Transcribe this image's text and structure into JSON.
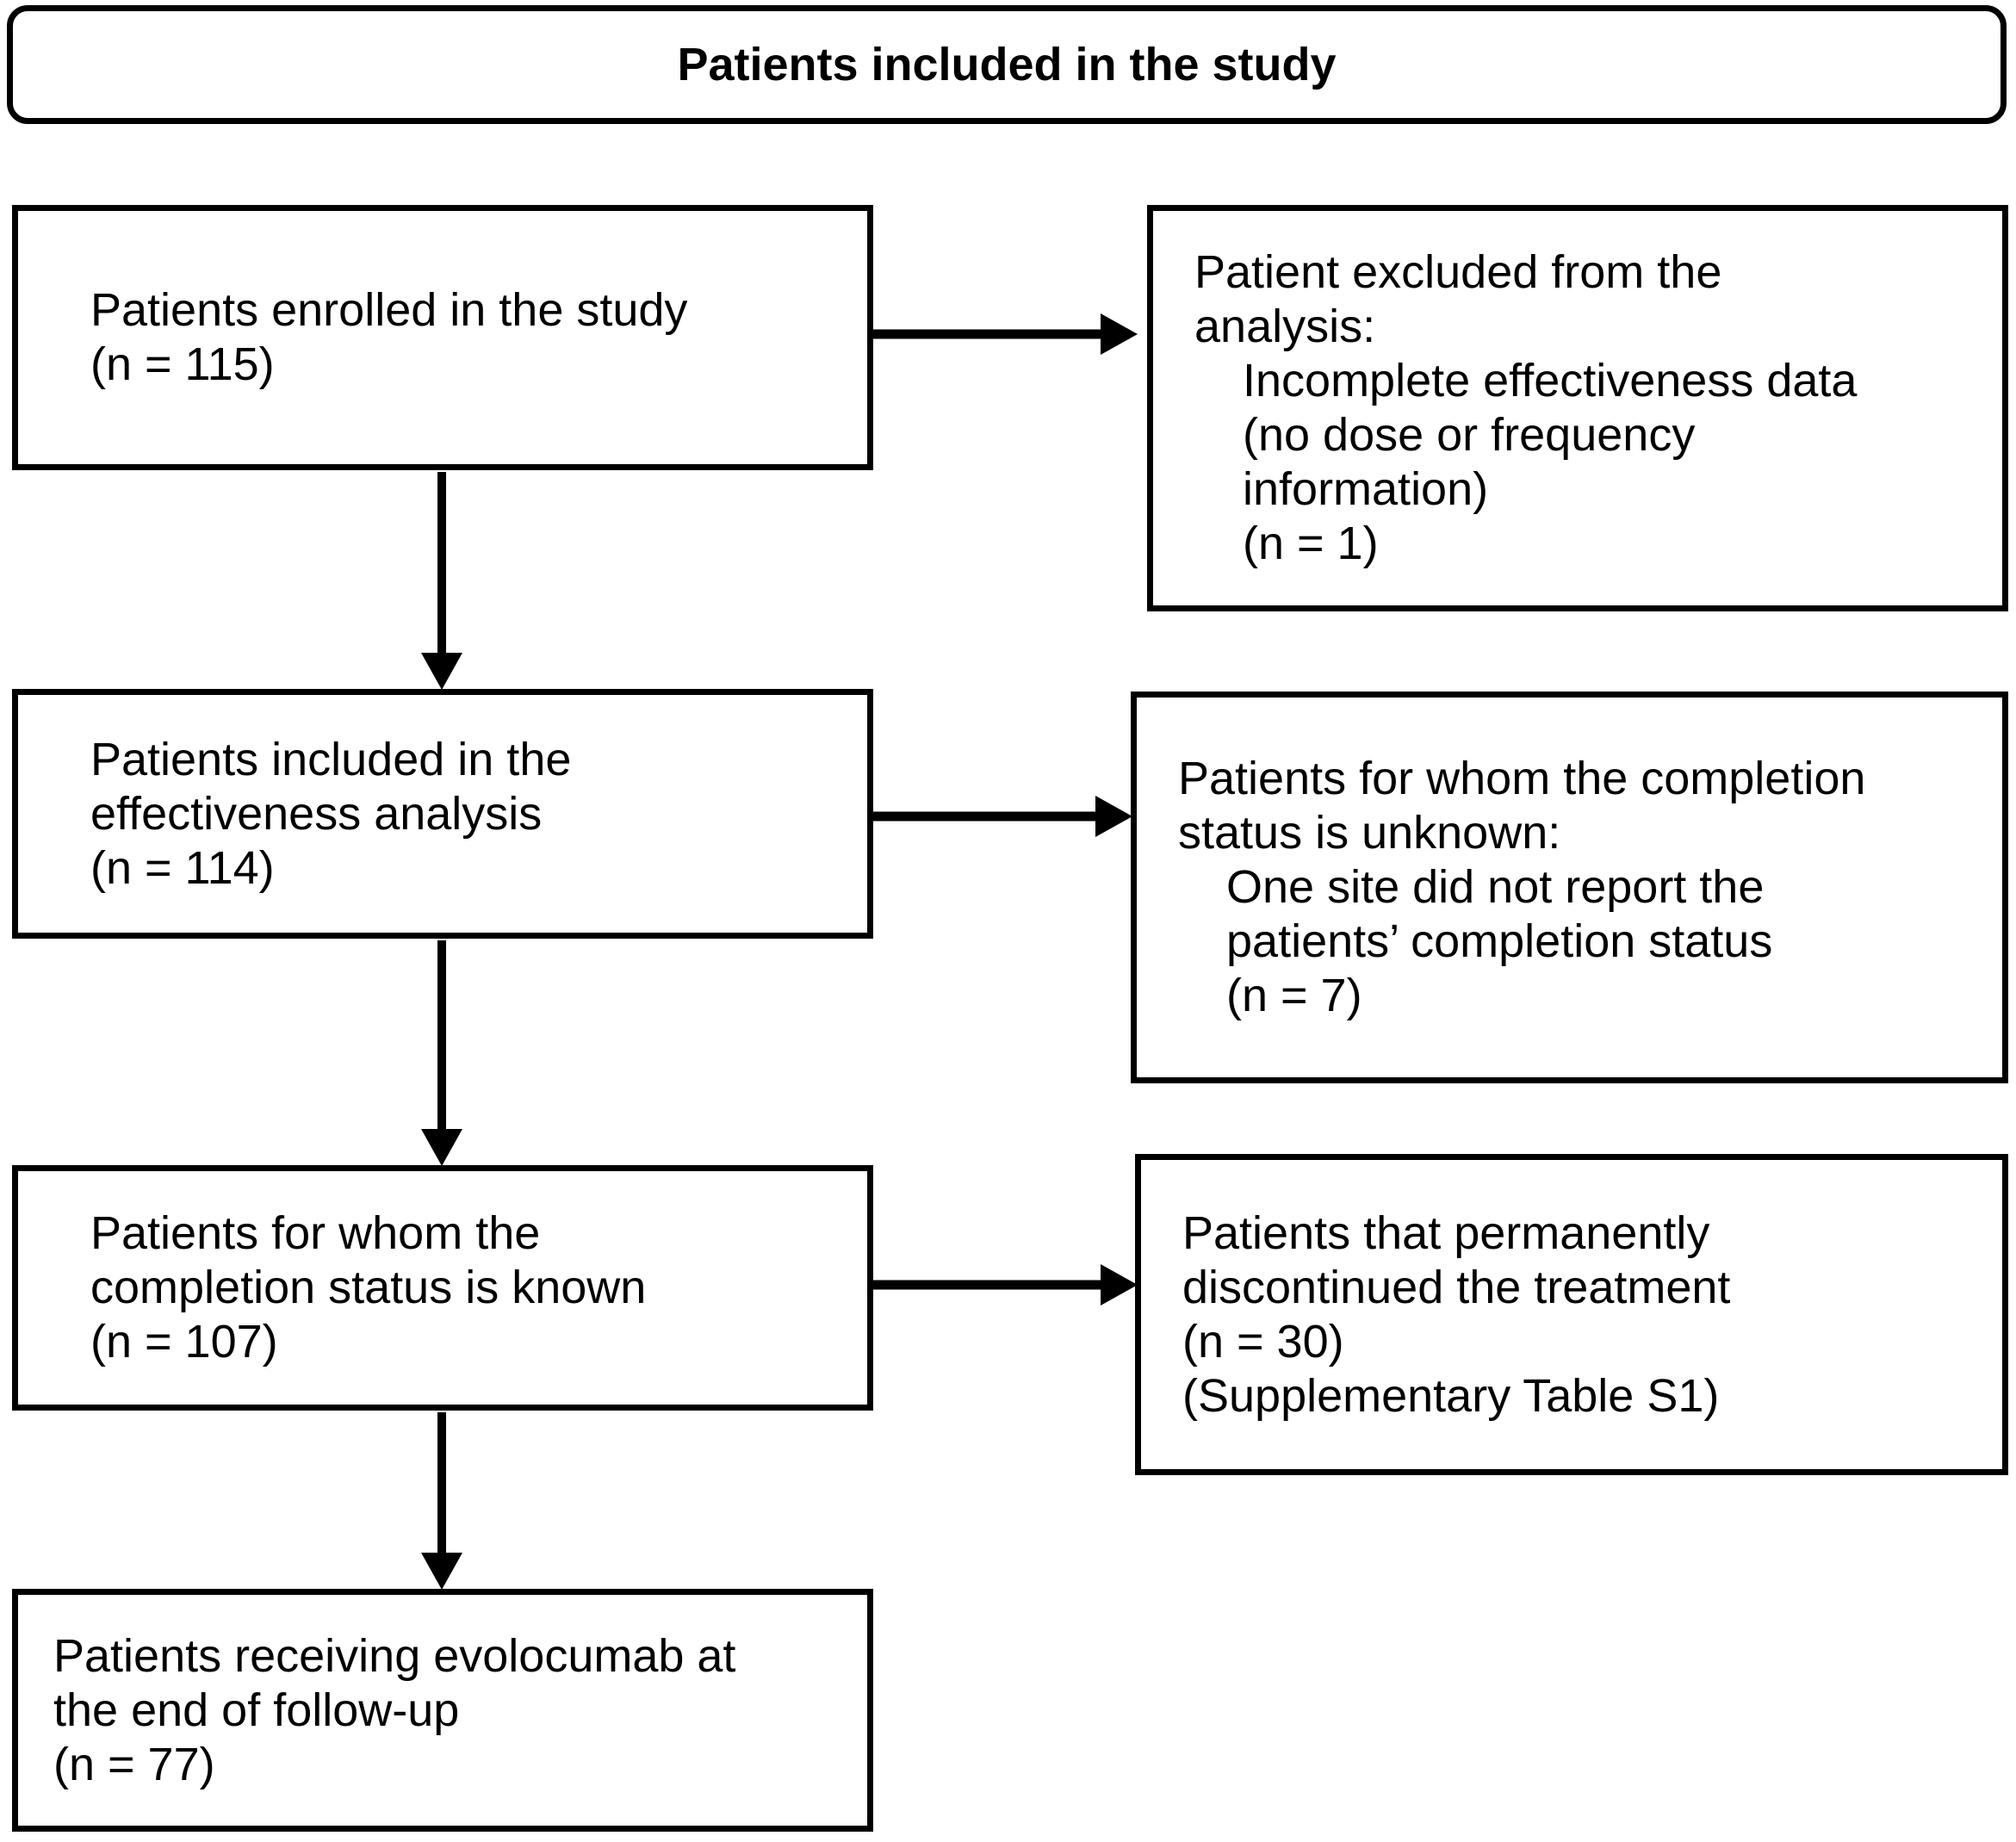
{
  "colors": {
    "background": "#ffffff",
    "box_border": "#000000",
    "text": "#000000",
    "arrow": "#000000"
  },
  "header": {
    "title": "Patients included in the study"
  },
  "flow": {
    "box_enrolled": {
      "lines": [
        "Patients enrolled in the study",
        "(n = 115)"
      ]
    },
    "box_excluded": {
      "lines": [
        "Patient excluded from the",
        "analysis:",
        "Incomplete effectiveness data",
        "(no dose or frequency",
        "information)",
        "(n = 1)"
      ]
    },
    "box_effectiveness": {
      "lines": [
        "Patients included in the",
        "effectiveness analysis",
        "(n = 114)"
      ]
    },
    "box_unknown": {
      "lines": [
        "Patients for whom the completion",
        "status is unknown:",
        "One site did not report the",
        "patients’ completion status",
        "(n = 7)"
      ]
    },
    "box_known": {
      "lines": [
        "Patients for whom the",
        "completion status is known",
        "(n = 107)"
      ]
    },
    "box_discontinued": {
      "lines": [
        "Patients that permanently",
        "discontinued the treatment",
        "(n = 30)",
        "(Supplementary Table S1)"
      ]
    },
    "box_final": {
      "lines": [
        "Patients receiving evolocumab at",
        "the end of follow-up",
        "(n = 77)"
      ]
    }
  }
}
